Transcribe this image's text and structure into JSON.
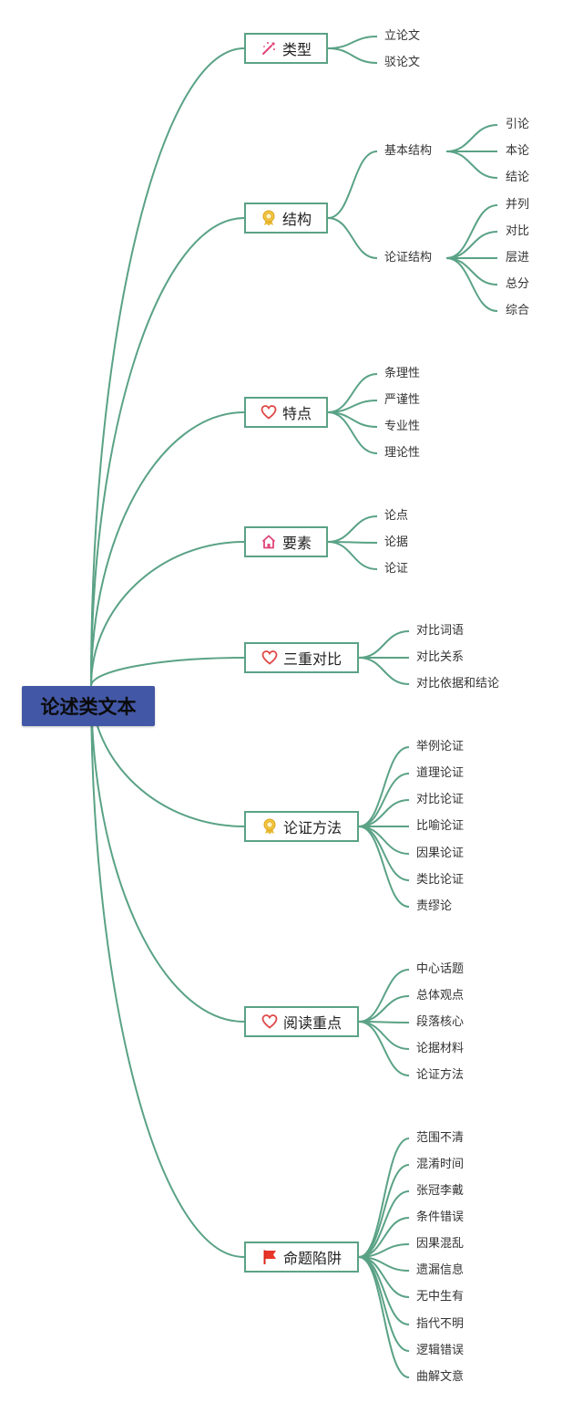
{
  "root": "论述类文本",
  "colors": {
    "line": "#5aa286",
    "root_bg": "#4257a5"
  },
  "categories": [
    {
      "label": "类型",
      "icon": "magic-wand-icon",
      "children": [
        "立论文",
        "驳论文"
      ]
    },
    {
      "label": "结构",
      "icon": "award-medal-icon",
      "children": [
        {
          "label": "基本结构",
          "children": [
            "引论",
            "本论",
            "结论"
          ]
        },
        {
          "label": "论证结构",
          "children": [
            "并列",
            "对比",
            "层进",
            "总分",
            "综合"
          ]
        }
      ]
    },
    {
      "label": "特点",
      "icon": "heart-icon",
      "children": [
        "条理性",
        "严谨性",
        "专业性",
        "理论性"
      ]
    },
    {
      "label": "要素",
      "icon": "home-icon",
      "children": [
        "论点",
        "论据",
        "论证"
      ]
    },
    {
      "label": "三重对比",
      "icon": "heart-icon",
      "children": [
        "对比词语",
        "对比关系",
        "对比依据和结论"
      ]
    },
    {
      "label": "论证方法",
      "icon": "award-medal-icon",
      "children": [
        "举例论证",
        "道理论证",
        "对比论证",
        "比喻论证",
        "因果论证",
        "类比论证",
        "责缪论"
      ]
    },
    {
      "label": "阅读重点",
      "icon": "heart-icon",
      "children": [
        "中心话题",
        "总体观点",
        "段落核心",
        "论据材料",
        "论证方法"
      ]
    },
    {
      "label": "命题陷阱",
      "icon": "red-flag-icon",
      "children": [
        "范围不清",
        "混淆时间",
        "张冠李戴",
        "条件错误",
        "因果混乱",
        "遗漏信息",
        "无中生有",
        "指代不明",
        "逻辑错误",
        "曲解文意"
      ]
    }
  ]
}
